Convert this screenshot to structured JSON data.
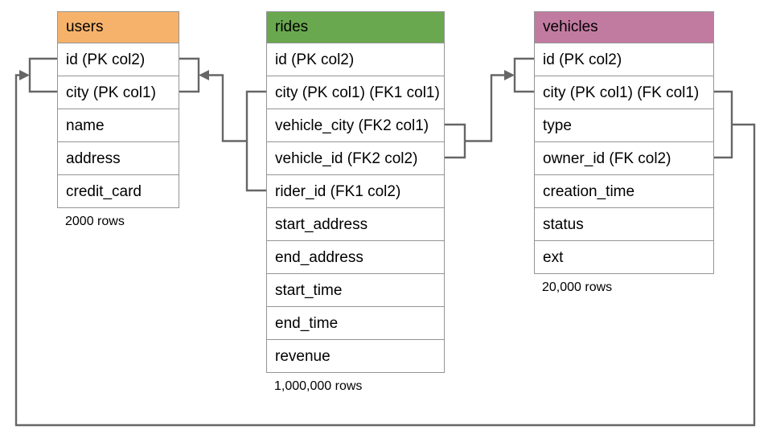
{
  "colors": {
    "connector": "#666666",
    "table_border": "#949494",
    "text": "#000000",
    "background": "#ffffff"
  },
  "tables": [
    {
      "name": "users",
      "header_color": "#F6B26B",
      "rows": [
        "id (PK col2)",
        "city (PK col1)",
        "name",
        "address",
        "credit_card"
      ],
      "row_count_label": "2000 rows"
    },
    {
      "name": "rides",
      "header_color": "#6AA84F",
      "rows": [
        "id (PK col2)",
        "city (PK col1) (FK1 col1)",
        "vehicle_city (FK2 col1)",
        "vehicle_id (FK2 col2)",
        "rider_id (FK1 col2)",
        "start_address",
        "end_address",
        "start_time",
        "end_time",
        "revenue"
      ],
      "row_count_label": "1,000,000 rows"
    },
    {
      "name": "vehicles",
      "header_color": "#C27BA0",
      "rows": [
        "id (PK col2)",
        "city (PK col1) (FK col1)",
        "type",
        "owner_id (FK col2)",
        "creation_time",
        "status",
        "ext"
      ],
      "row_count_label": "20,000 rows"
    }
  ]
}
